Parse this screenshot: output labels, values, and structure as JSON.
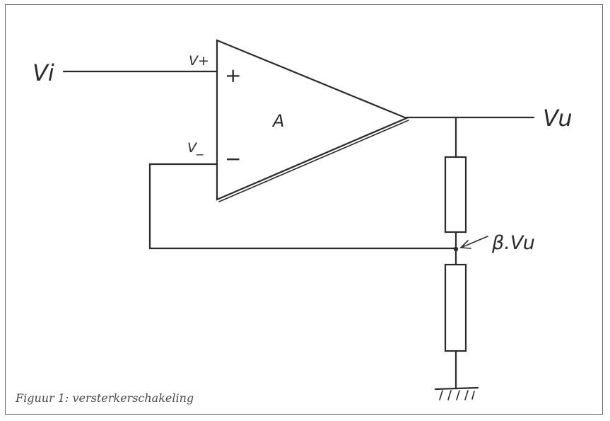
{
  "labels": {
    "input": "Vi",
    "v_plus": "V+",
    "plus_sign": "+",
    "v_minus": "V_",
    "minus_sign": "−",
    "gain": "A",
    "output": "Vu",
    "feedback": "β.Vu"
  },
  "caption": "Figuur 1: versterkerschakeling"
}
